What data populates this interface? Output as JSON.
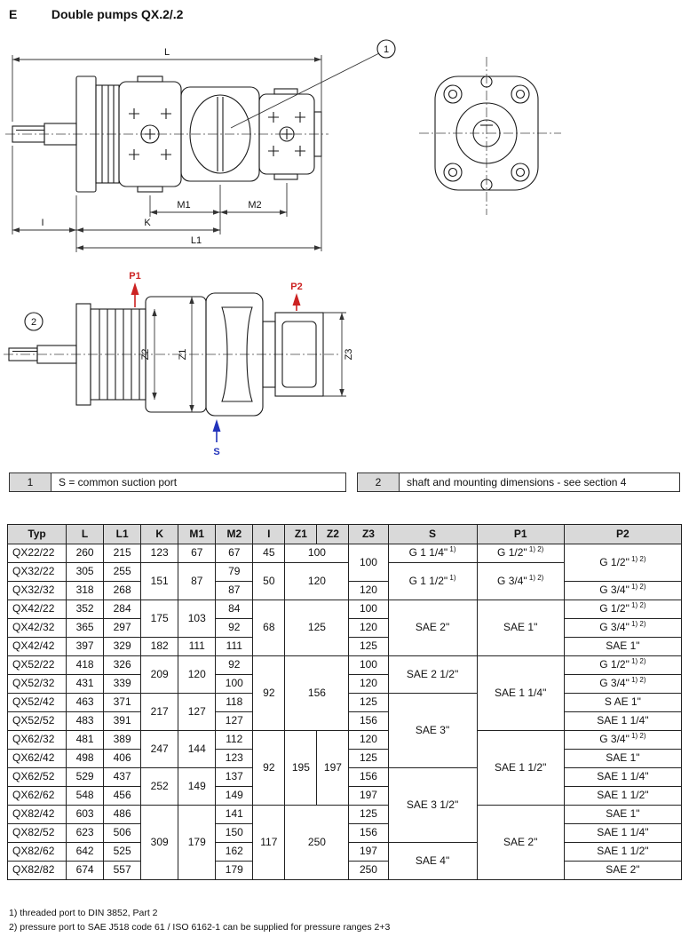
{
  "page": {
    "section_letter": "E",
    "title": "Double pumps QX.2/.2"
  },
  "colors": {
    "pressure_port": "#cc2222",
    "suction_port": "#2233bb",
    "table_header_bg": "#d9d9d9"
  },
  "drawing_top": {
    "callout": "1",
    "dim_L": "L",
    "dim_M1": "M1",
    "dim_M2": "M2",
    "dim_I": "I",
    "dim_K": "K",
    "dim_L1": "L1"
  },
  "drawing_side": {
    "callout": "2",
    "port_P1": "P1",
    "port_P2": "P2",
    "port_S": "S",
    "dim_Z1": "Z1",
    "dim_Z2": "Z2",
    "dim_Z3": "Z3"
  },
  "legend": {
    "item1_num": "1",
    "item1_text": "S = common suction port",
    "item2_num": "2",
    "item2_text": "shaft and mounting dimensions - see section 4"
  },
  "table": {
    "headers": [
      "Typ",
      "L",
      "L1",
      "K",
      "M1",
      "M2",
      "I",
      "Z1",
      "Z2",
      "Z3",
      "S",
      "P1",
      "P2"
    ],
    "rows": [
      [
        {
          "t": "QX22/22",
          "cls": "typ"
        },
        {
          "t": "260"
        },
        {
          "t": "215"
        },
        {
          "t": "123"
        },
        {
          "t": "67"
        },
        {
          "t": "67"
        },
        {
          "t": "45"
        },
        {
          "t": "100",
          "cs": 2
        },
        {
          "t": "100",
          "rs": 2
        },
        {
          "t": "G 1 1/4\"",
          "ref": "1)"
        },
        {
          "t": "G 1/2\"",
          "ref": "1) 2)"
        },
        {
          "t": "G 1/2\"",
          "ref": "1) 2)",
          "rs": 2
        }
      ],
      [
        {
          "t": "QX32/22",
          "cls": "typ"
        },
        {
          "t": "305"
        },
        {
          "t": "255"
        },
        {
          "t": "151",
          "rs": 2
        },
        {
          "t": "87",
          "rs": 2
        },
        {
          "t": "79"
        },
        {
          "t": "50",
          "rs": 2
        },
        {
          "t": "120",
          "cs": 2,
          "rs": 2
        },
        {
          "t": "G 1 1/2\"",
          "ref": "1)",
          "rs": 2
        },
        {
          "t": "G 3/4\"",
          "ref": "1) 2)",
          "rs": 2
        }
      ],
      [
        {
          "t": "QX32/32",
          "cls": "typ"
        },
        {
          "t": "318"
        },
        {
          "t": "268"
        },
        {
          "t": "87"
        },
        {
          "t": "120"
        },
        {
          "t": "G 3/4\"",
          "ref": "1) 2)"
        }
      ],
      [
        {
          "t": "QX42/22",
          "cls": "typ"
        },
        {
          "t": "352"
        },
        {
          "t": "284"
        },
        {
          "t": "175",
          "rs": 2
        },
        {
          "t": "103",
          "rs": 2
        },
        {
          "t": "84"
        },
        {
          "t": "68",
          "rs": 3
        },
        {
          "t": "125",
          "cs": 2,
          "rs": 3
        },
        {
          "t": "100"
        },
        {
          "t": "SAE 2\"",
          "rs": 3
        },
        {
          "t": "SAE 1\"",
          "rs": 3
        },
        {
          "t": "G 1/2\"",
          "ref": "1) 2)"
        }
      ],
      [
        {
          "t": "QX42/32",
          "cls": "typ"
        },
        {
          "t": "365"
        },
        {
          "t": "297"
        },
        {
          "t": "92"
        },
        {
          "t": "120"
        },
        {
          "t": "G 3/4\"",
          "ref": "1) 2)"
        }
      ],
      [
        {
          "t": "QX42/42",
          "cls": "typ"
        },
        {
          "t": "397"
        },
        {
          "t": "329"
        },
        {
          "t": "182"
        },
        {
          "t": "111"
        },
        {
          "t": "111"
        },
        {
          "t": "125"
        },
        {
          "t": "SAE 1\""
        }
      ],
      [
        {
          "t": "QX52/22",
          "cls": "typ"
        },
        {
          "t": "418"
        },
        {
          "t": "326"
        },
        {
          "t": "209",
          "rs": 2
        },
        {
          "t": "120",
          "rs": 2
        },
        {
          "t": "92"
        },
        {
          "t": "92",
          "rs": 4
        },
        {
          "t": "156",
          "cs": 2,
          "rs": 4
        },
        {
          "t": "100"
        },
        {
          "t": "SAE 2 1/2\"",
          "rs": 2
        },
        {
          "t": "SAE 1 1/4\"",
          "rs": 4
        },
        {
          "t": "G 1/2\"",
          "ref": "1) 2)"
        }
      ],
      [
        {
          "t": "QX52/32",
          "cls": "typ"
        },
        {
          "t": "431"
        },
        {
          "t": "339"
        },
        {
          "t": "100"
        },
        {
          "t": "120"
        },
        {
          "t": "G 3/4\"",
          "ref": "1) 2)"
        }
      ],
      [
        {
          "t": "QX52/42",
          "cls": "typ"
        },
        {
          "t": "463"
        },
        {
          "t": "371"
        },
        {
          "t": "217",
          "rs": 2
        },
        {
          "t": "127",
          "rs": 2
        },
        {
          "t": "118"
        },
        {
          "t": "125"
        },
        {
          "t": "SAE 3\"",
          "rs": 4
        },
        {
          "t": "S AE 1\""
        }
      ],
      [
        {
          "t": "QX52/52",
          "cls": "typ"
        },
        {
          "t": "483"
        },
        {
          "t": "391"
        },
        {
          "t": "127"
        },
        {
          "t": "156"
        },
        {
          "t": "SAE 1 1/4\""
        }
      ],
      [
        {
          "t": "QX62/32",
          "cls": "typ"
        },
        {
          "t": "481"
        },
        {
          "t": "389"
        },
        {
          "t": "247",
          "rs": 2
        },
        {
          "t": "144",
          "rs": 2
        },
        {
          "t": "112"
        },
        {
          "t": "92",
          "rs": 4
        },
        {
          "t": "195",
          "rs": 4
        },
        {
          "t": "197",
          "rs": 4
        },
        {
          "t": "120"
        },
        {
          "t": "SAE 1 1/2\"",
          "rs": 4
        },
        {
          "t": "G 3/4\"",
          "ref": "1) 2)"
        }
      ],
      [
        {
          "t": "QX62/42",
          "cls": "typ"
        },
        {
          "t": "498"
        },
        {
          "t": "406"
        },
        {
          "t": "123"
        },
        {
          "t": "125"
        },
        {
          "t": "SAE 1\""
        }
      ],
      [
        {
          "t": "QX62/52",
          "cls": "typ"
        },
        {
          "t": "529"
        },
        {
          "t": "437"
        },
        {
          "t": "252",
          "rs": 2
        },
        {
          "t": "149",
          "rs": 2
        },
        {
          "t": "137"
        },
        {
          "t": "156"
        },
        {
          "t": "SAE 3 1/2\"",
          "rs": 4
        },
        {
          "t": "SAE 1 1/4\""
        }
      ],
      [
        {
          "t": "QX62/62",
          "cls": "typ"
        },
        {
          "t": "548"
        },
        {
          "t": "456"
        },
        {
          "t": "149"
        },
        {
          "t": "197"
        },
        {
          "t": "SAE 1 1/2\""
        }
      ],
      [
        {
          "t": "QX82/42",
          "cls": "typ"
        },
        {
          "t": "603"
        },
        {
          "t": "486"
        },
        {
          "t": "309",
          "rs": 4
        },
        {
          "t": "179",
          "rs": 4
        },
        {
          "t": "141"
        },
        {
          "t": "117",
          "rs": 4
        },
        {
          "t": "250",
          "cs": 2,
          "rs": 4
        },
        {
          "t": "125"
        },
        {
          "t": "SAE 2\"",
          "rs": 4
        },
        {
          "t": "SAE 1\""
        }
      ],
      [
        {
          "t": "QX82/52",
          "cls": "typ"
        },
        {
          "t": "623"
        },
        {
          "t": "506"
        },
        {
          "t": "150"
        },
        {
          "t": "156"
        },
        {
          "t": "SAE 1 1/4\""
        }
      ],
      [
        {
          "t": "QX82/62",
          "cls": "typ"
        },
        {
          "t": "642"
        },
        {
          "t": "525"
        },
        {
          "t": "162"
        },
        {
          "t": "197"
        },
        {
          "t": "SAE 4\"",
          "rs": 2
        },
        {
          "t": "SAE 1 1/2\""
        }
      ],
      [
        {
          "t": "QX82/82",
          "cls": "typ"
        },
        {
          "t": "674"
        },
        {
          "t": "557"
        },
        {
          "t": "179"
        },
        {
          "t": "250"
        },
        {
          "t": "SAE 2\""
        }
      ]
    ]
  },
  "footnotes": {
    "f1": "1) threaded port to DIN 3852, Part 2",
    "f2": "2) pressure port to SAE J518 code 61 / ISO 6162-1 can be supplied for pressure ranges 2+3"
  }
}
